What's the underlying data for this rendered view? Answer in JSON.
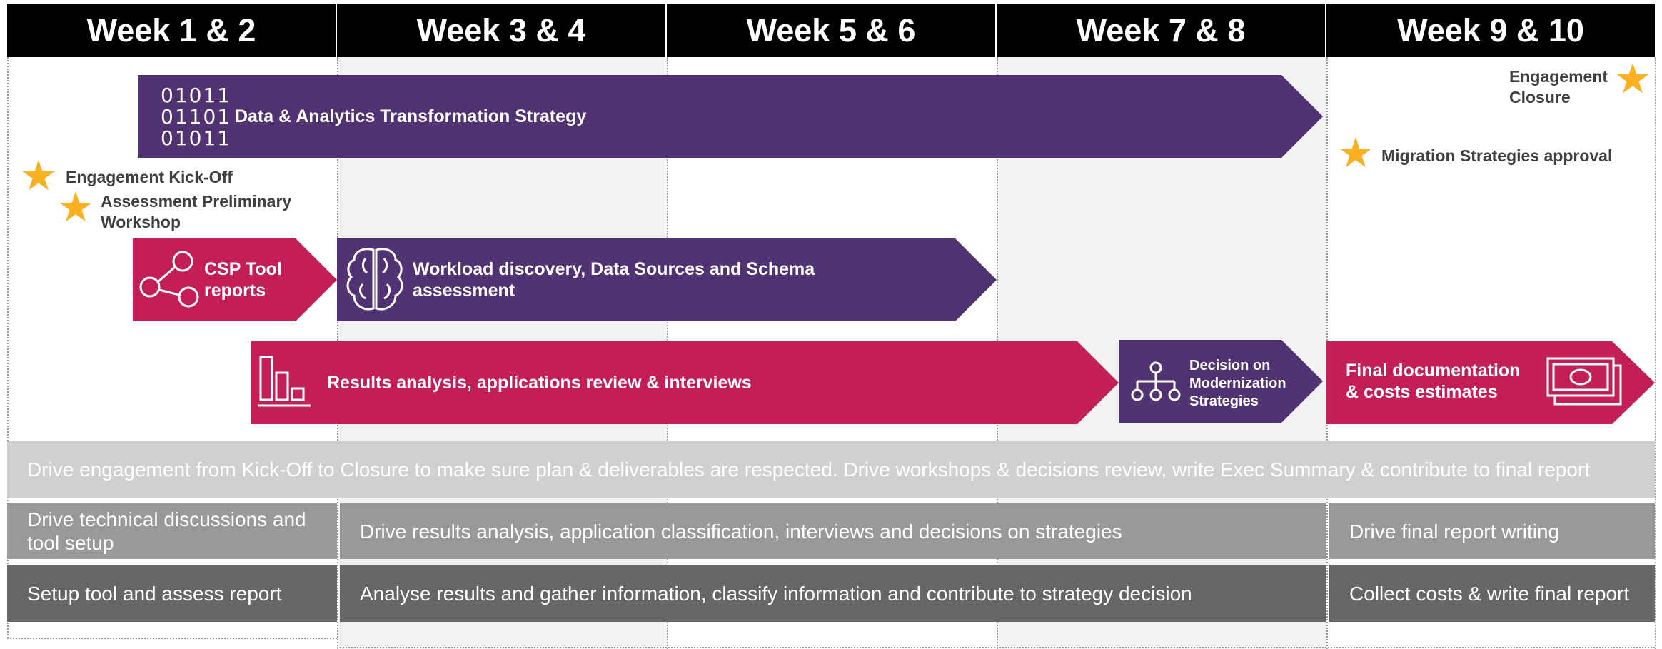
{
  "header": {
    "weeks": [
      "Week 1 & 2",
      "Week 3 & 4",
      "Week 5 & 6",
      "Week 7 & 8",
      "Week 9 & 10"
    ]
  },
  "activities": {
    "strategy": {
      "label": "Data & Analytics Transformation Strategy",
      "icon_digits": [
        "01011",
        "01101",
        "01011"
      ]
    },
    "csp": {
      "label": "CSP Tool reports"
    },
    "workload": {
      "label": "Workload discovery, Data Sources and Schema assessment"
    },
    "results": {
      "label": "Results analysis, applications review & interviews"
    },
    "decision": {
      "label": "Decision on Modernization Strategies"
    },
    "final_doc": {
      "label": "Final documentation & costs estimates"
    }
  },
  "milestones": {
    "kickoff": "Engagement Kick-Off",
    "assessment": "Assessment Preliminary Workshop",
    "closure": "Engagement Closure",
    "approval": "Migration Strategies approval"
  },
  "roles": {
    "row1": "Drive engagement from Kick-Off to Closure to make sure plan & deliverables are respected. Drive workshops & decisions review, write Exec Summary & contribute to final report",
    "row2": [
      "Drive technical discussions and tool setup",
      "Drive results analysis, application classification, interviews and decisions on strategies",
      "Drive final report writing"
    ],
    "row3": [
      "Setup tool and assess report",
      "Analyse results and gather information, classify information and contribute to strategy decision",
      "Collect costs & write final report"
    ]
  },
  "colors": {
    "purple": "#513272",
    "magenta": "#c41e57",
    "star": "#f9b021",
    "header": "#000000",
    "shade": "#f2f2f2"
  },
  "icons": [
    "binary-icon",
    "share-network-icon",
    "brain-icon",
    "bar-chart-icon",
    "org-chart-icon",
    "banknote-icon",
    "star-icon"
  ]
}
